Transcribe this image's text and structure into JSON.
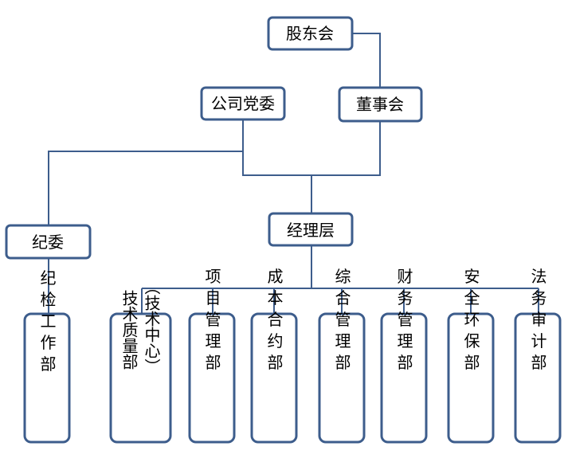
{
  "colors": {
    "line": "#3d5d8c",
    "box_fill": "#ffffff",
    "text": "#000000",
    "background": "#ffffff"
  },
  "nodes": {
    "shareholders": "股东会",
    "party_committee": "公司党委",
    "board": "董事会",
    "discipline_committee": "纪委",
    "management": "经理层",
    "discipline_dept": "纪检工作部",
    "tech_quality_dept": "技术质量部",
    "tech_quality_dept_note": "（技术中心）",
    "project_mgmt_dept": "项目管理部",
    "cost_contract_dept": "成本合约部",
    "general_mgmt_dept": "综合管理部",
    "finance_mgmt_dept": "财务管理部",
    "safety_env_dept": "安全环保部",
    "legal_audit_dept": "法务审计部"
  }
}
